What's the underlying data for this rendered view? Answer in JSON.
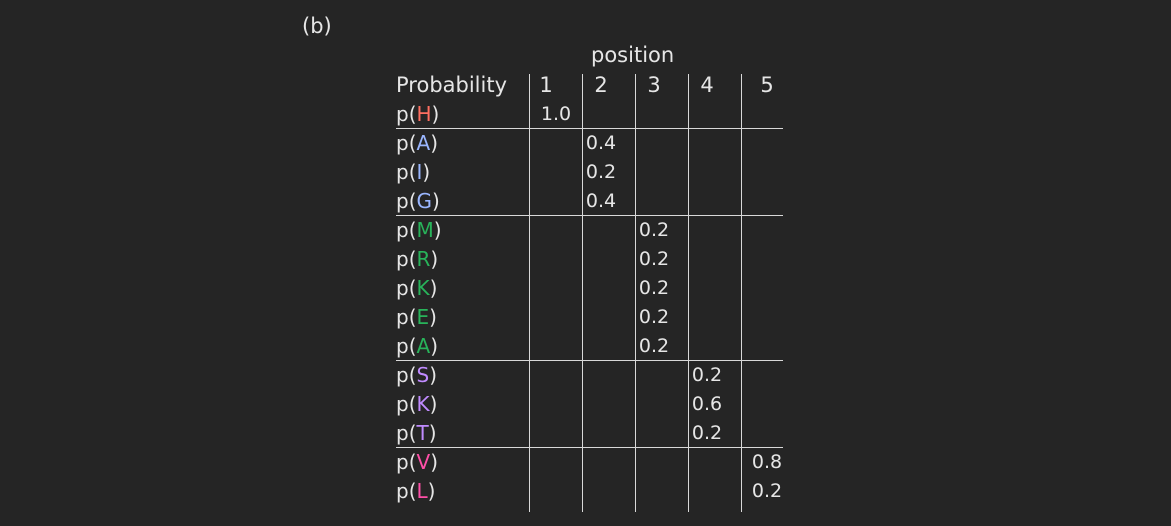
{
  "panel_label": "(b)",
  "position_title": "position",
  "header_label": "Probability",
  "columns": [
    "1",
    "2",
    "3",
    "4",
    "5"
  ],
  "colors": {
    "H": "#ff6f61",
    "AIG": "#9ab6ff",
    "MRKEA": "#28b35a",
    "SKT": "#c08bff",
    "VL": "#ff4fa8"
  },
  "rows": [
    {
      "letter": "H",
      "color": "#ff6f61",
      "col": 1,
      "value": "1.0"
    },
    {
      "letter": "A",
      "color": "#9ab6ff",
      "col": 2,
      "value": "0.4"
    },
    {
      "letter": "I",
      "color": "#9ab6ff",
      "col": 2,
      "value": "0.2"
    },
    {
      "letter": "G",
      "color": "#9ab6ff",
      "col": 2,
      "value": "0.4"
    },
    {
      "letter": "M",
      "color": "#28b35a",
      "col": 3,
      "value": "0.2"
    },
    {
      "letter": "R",
      "color": "#28b35a",
      "col": 3,
      "value": "0.2"
    },
    {
      "letter": "K",
      "color": "#28b35a",
      "col": 3,
      "value": "0.2"
    },
    {
      "letter": "E",
      "color": "#28b35a",
      "col": 3,
      "value": "0.2"
    },
    {
      "letter": "A",
      "color": "#28b35a",
      "col": 3,
      "value": "0.2"
    },
    {
      "letter": "S",
      "color": "#c08bff",
      "col": 4,
      "value": "0.2"
    },
    {
      "letter": "K",
      "color": "#c08bff",
      "col": 4,
      "value": "0.6"
    },
    {
      "letter": "T",
      "color": "#c08bff",
      "col": 4,
      "value": "0.2"
    },
    {
      "letter": "V",
      "color": "#ff4fa8",
      "col": 5,
      "value": "0.8"
    },
    {
      "letter": "L",
      "color": "#ff4fa8",
      "col": 5,
      "value": "0.2"
    }
  ]
}
